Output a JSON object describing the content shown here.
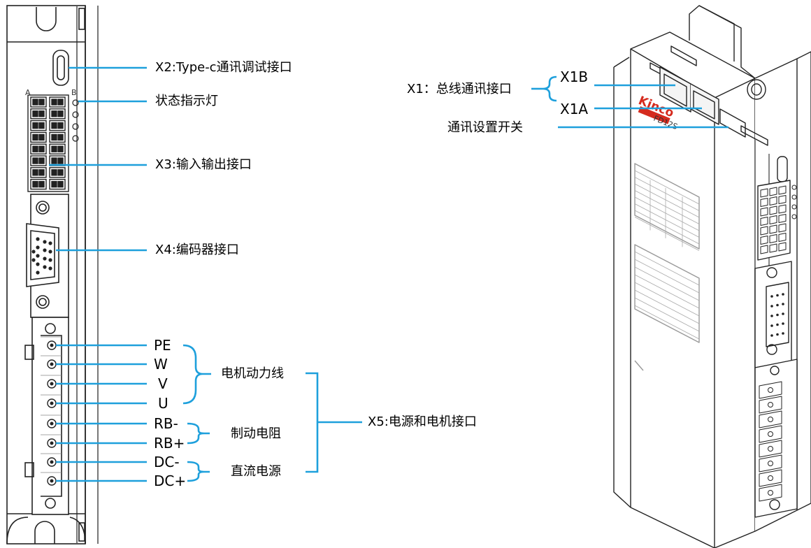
{
  "front_view": {
    "label_a": "A",
    "label_b": "B"
  },
  "callouts": {
    "x2": "X2:Type-c通讯调试接口",
    "status": "状态指示灯",
    "x3": "X3:输入输出接口",
    "x4": "X4:编码器接口",
    "pe": "PE",
    "w": "W",
    "v": "V",
    "u": "U",
    "rbm": "RB-",
    "rbp": "RB+",
    "dcm": "DC-",
    "dcp": "DC+",
    "motor_power": "电机动力线",
    "brake_res": "制动电阻",
    "dc_power": "直流电源",
    "x5": "X5:电源和电机接口",
    "x1": "X1：总线通讯接口",
    "x1b": "X1B",
    "x1a": "X1A",
    "comm_switch": "通讯设置开关"
  },
  "colors": {
    "accent": "#1EA0DC",
    "line": "#222222"
  }
}
